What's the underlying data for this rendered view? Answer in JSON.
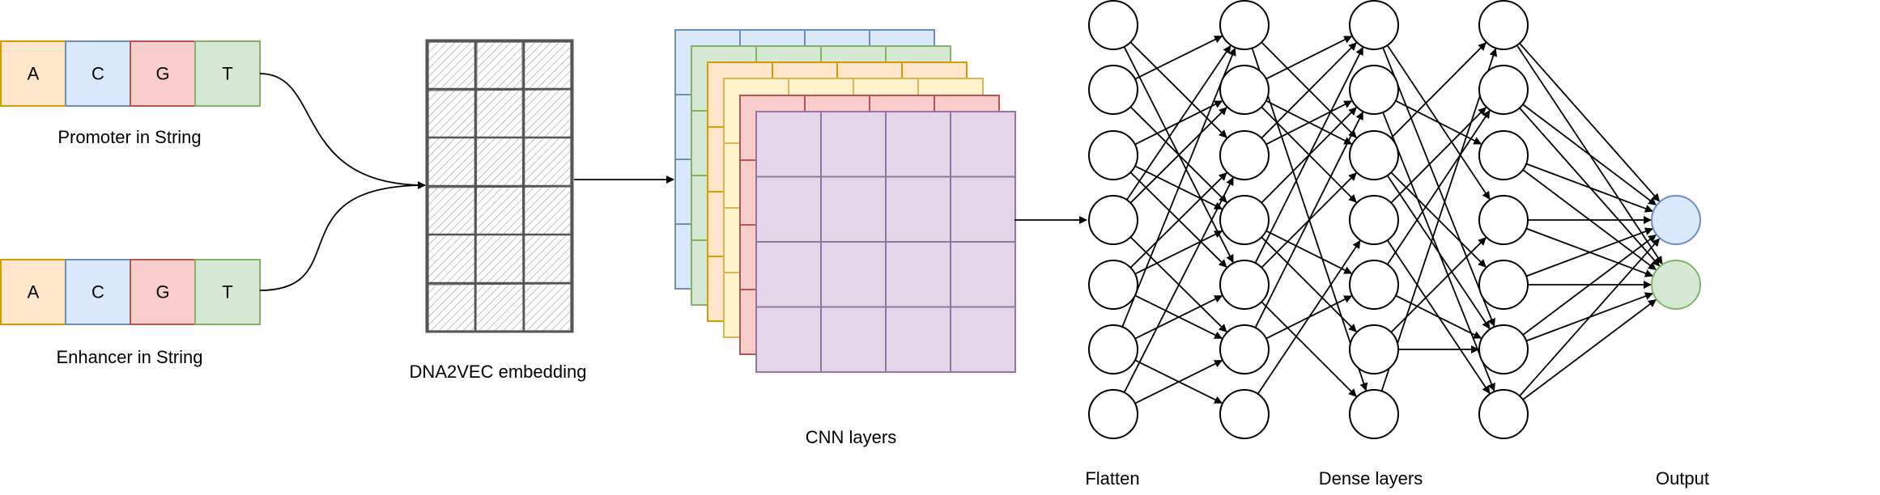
{
  "colors": {
    "A": {
      "fill": "#ffe6cc",
      "stroke": "#d79b00"
    },
    "C": {
      "fill": "#dae8fc",
      "stroke": "#6c8ebf"
    },
    "G": {
      "fill": "#f8cecc",
      "stroke": "#b85450"
    },
    "T": {
      "fill": "#d5e8d4",
      "stroke": "#82b366"
    },
    "cnn_layers": [
      {
        "fill": "#dae8fc",
        "stroke": "#6c8ebf"
      },
      {
        "fill": "#d5e8d4",
        "stroke": "#82b366"
      },
      {
        "fill": "#ffe6cc",
        "stroke": "#d79b00"
      },
      {
        "fill": "#fff2cc",
        "stroke": "#d6b656"
      },
      {
        "fill": "#f8cecc",
        "stroke": "#b85450"
      },
      {
        "fill": "#e1d5e7",
        "stroke": "#9673a6"
      }
    ],
    "output": [
      {
        "fill": "#dae8fc",
        "stroke": "#6c8ebf"
      },
      {
        "fill": "#d5e8d4",
        "stroke": "#82b366"
      }
    ]
  },
  "promoter": {
    "bases": [
      "A",
      "C",
      "G",
      "T"
    ],
    "label": "Promoter in String"
  },
  "enhancer": {
    "bases": [
      "A",
      "C",
      "G",
      "T"
    ],
    "label": "Enhancer in String"
  },
  "embedding": {
    "label": "DNA2VEC embedding"
  },
  "cnn": {
    "label": "CNN layers"
  },
  "flatten": {
    "label": "Flatten"
  },
  "dense": {
    "label": "Dense layers"
  },
  "output": {
    "label": "Output"
  }
}
